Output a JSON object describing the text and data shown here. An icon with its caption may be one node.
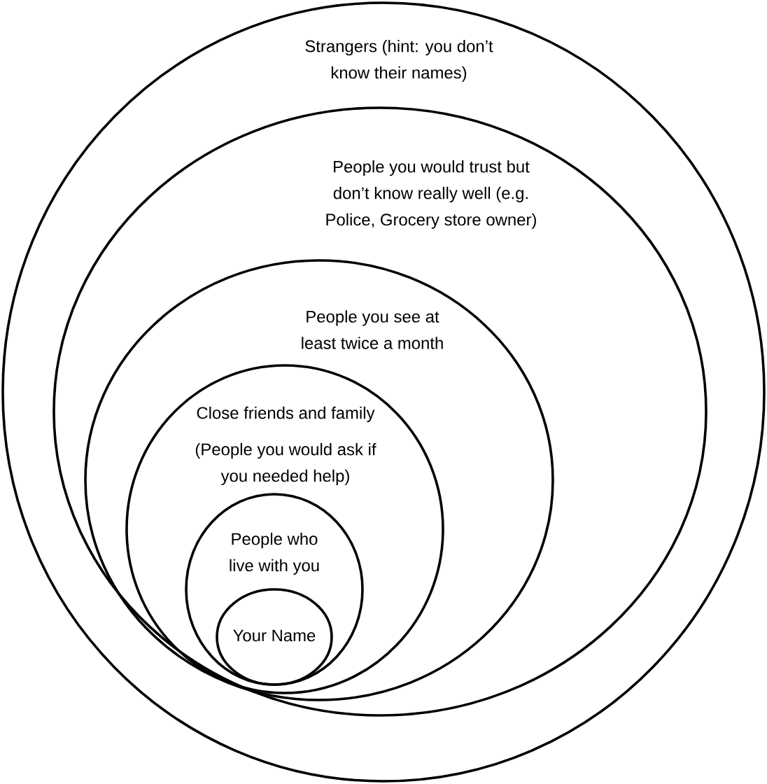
{
  "diagram": {
    "nodes": [
      {
        "text": [
          "Strangers (hint: you don’t know their names)"
        ]
      },
      {
        "text": [
          "People you would trust but don’t know really well (e.g. Police, Grocery store owner)"
        ],
        "in": 0
      },
      {
        "text": [
          "People you see at least twice a month"
        ],
        "in": 1
      },
      {
        "text": [
          "Close friends and family",
          "(People you would ask if you needed help)"
        ],
        "in": 2
      },
      {
        "text": [
          "People who live with you"
        ],
        "in": 3
      },
      {
        "text": [
          "Your Name"
        ],
        "in": 4
      }
    ]
  }
}
